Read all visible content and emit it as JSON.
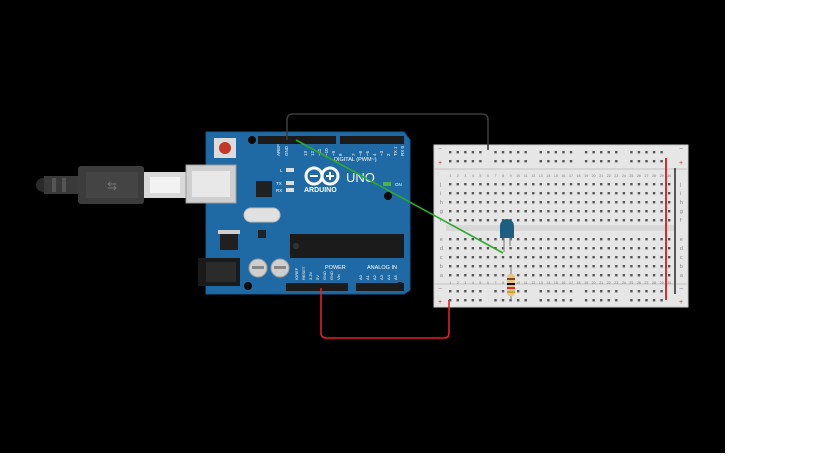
{
  "arduino": {
    "model": "UNO",
    "brand": "ARDUINO",
    "digital_label": "DIGITAL (PWM~)",
    "power_label": "POWER",
    "analog_label": "ANALOG IN",
    "on_label": "ON",
    "l_label": "L",
    "tx_label": "TX",
    "rx_label": "RX",
    "gnd_label": "GND",
    "aref_label": "AREF",
    "header_top_labels": [
      "13",
      "12",
      "~11",
      "~10",
      "~9",
      "8",
      "7",
      "~6",
      "~5",
      "4",
      "~3",
      "2",
      "TX 1",
      "RX 0"
    ],
    "power_pin_labels": [
      "IOREF",
      "RESET",
      "3.3V",
      "5V",
      "GND",
      "GND",
      "Vin"
    ],
    "analog_pin_labels": [
      "A0",
      "A1",
      "A2",
      "A3",
      "A4",
      "A5"
    ]
  },
  "breadboard": {
    "row_letters_top": [
      "j",
      "i",
      "h",
      "g",
      "f"
    ],
    "row_letters_bottom": [
      "e",
      "d",
      "c",
      "b",
      "a"
    ],
    "column_numbers": [
      "1",
      "2",
      "3",
      "4",
      "5",
      "6",
      "7",
      "8",
      "9",
      "10",
      "11",
      "12",
      "13",
      "14",
      "15",
      "16",
      "17",
      "18",
      "19",
      "20",
      "21",
      "22",
      "23",
      "24",
      "25",
      "26",
      "27",
      "28",
      "29",
      "30"
    ],
    "rail_minus": "−",
    "rail_plus": "+"
  },
  "wires": [
    {
      "id": "gnd-wire",
      "color": "#3a3a3a"
    },
    {
      "id": "pin13-wire",
      "color": "#2fa82f"
    },
    {
      "id": "5v-wire",
      "color": "#e02020"
    },
    {
      "id": "rail-wire",
      "color": "#e02020"
    }
  ],
  "colors": {
    "board": "#1f6aa5",
    "breadboard": "#e6e6e6",
    "led": "#1d5f80"
  }
}
